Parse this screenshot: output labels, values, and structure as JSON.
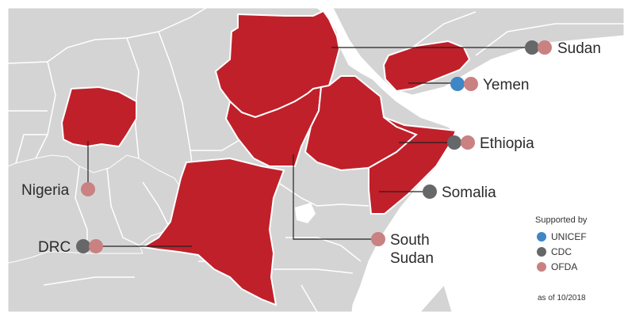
{
  "colors": {
    "ocean": "#ffffff",
    "land": "#d4d4d4",
    "border": "#ffffff",
    "highlight": "#c0202a",
    "leader": "#222222",
    "unicef": "#3e86c6",
    "cdc": "#666769",
    "ofda": "#c98182"
  },
  "countries": [
    {
      "id": "sudan",
      "label": "Sudan",
      "supporters": [
        "cdc",
        "ofda"
      ]
    },
    {
      "id": "yemen",
      "label": "Yemen",
      "supporters": [
        "unicef",
        "ofda"
      ]
    },
    {
      "id": "ethiopia",
      "label": "Ethiopia",
      "supporters": [
        "cdc",
        "ofda"
      ]
    },
    {
      "id": "somalia",
      "label": "Somalia",
      "supporters": [
        "cdc"
      ]
    },
    {
      "id": "south-sudan",
      "label_lines": [
        "South",
        "Sudan"
      ],
      "supporters": [
        "ofda"
      ]
    },
    {
      "id": "nigeria",
      "label": "Nigeria",
      "supporters": [
        "ofda"
      ]
    },
    {
      "id": "drc",
      "label": "DRC",
      "supporters": [
        "cdc",
        "ofda"
      ]
    }
  ],
  "legend": {
    "title": "Supported by",
    "items": [
      {
        "key": "unicef",
        "label": "UNICEF"
      },
      {
        "key": "cdc",
        "label": "CDC"
      },
      {
        "key": "ofda",
        "label": "OFDA"
      }
    ]
  },
  "note": "as of 10/2018"
}
